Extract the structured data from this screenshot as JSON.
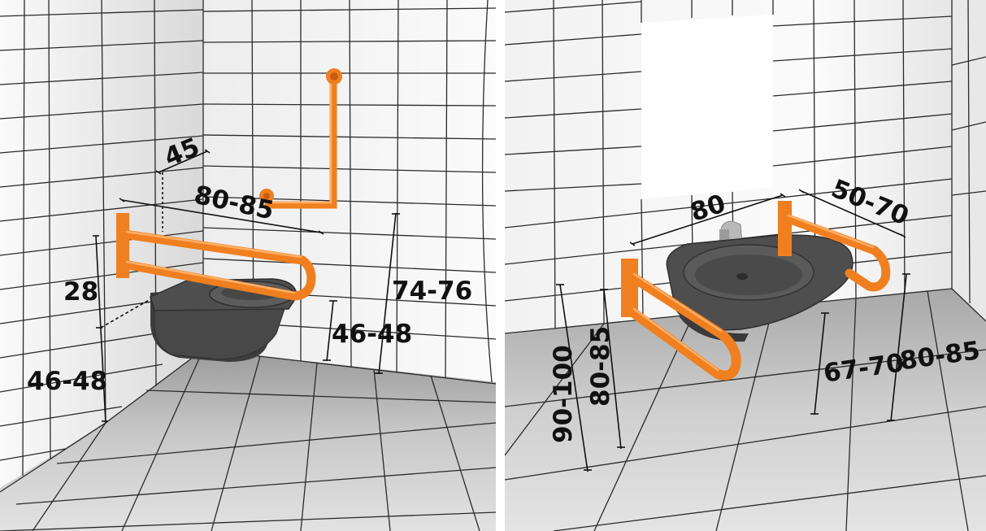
{
  "colors": {
    "rail": "#f07f20",
    "fixture": "#4e4e4e",
    "grid": "#2a2a2a",
    "wall": "#f1f1f1"
  },
  "left_panel": {
    "fixture": "wall-hung-toilet",
    "dimensions": {
      "rail_offset": "45",
      "rail_length": "80-85",
      "rail_above_seat": "28",
      "seat_height_side": "46-48",
      "seat_height_front": "46-48",
      "rail_height": "74-76"
    }
  },
  "right_panel": {
    "fixture": "washbasin",
    "dimensions": {
      "rail_spacing": "80",
      "rail_projection": "50-70",
      "rail_height": "90-100",
      "rim_height": "80-85",
      "knee_clearance": "67-70",
      "basin_height": "80-85"
    }
  }
}
